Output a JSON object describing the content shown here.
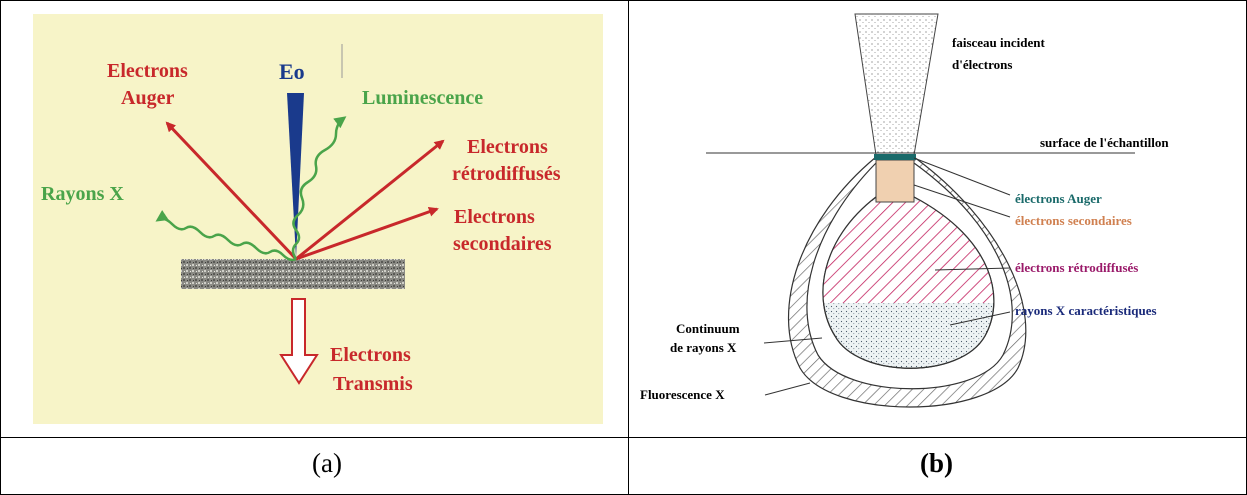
{
  "panel_a": {
    "labels": {
      "eo": "Eo",
      "electrons_auger": [
        "Electrons",
        "Auger"
      ],
      "luminescence": "Luminescence",
      "retrodiffuses": [
        "Electrons",
        "rétrodiffusés"
      ],
      "rayons_x": "Rayons X",
      "secondaires": [
        "Electrons",
        "secondaires"
      ],
      "transmis": [
        "Electrons",
        "Transmis"
      ]
    },
    "caption": "(a)",
    "colors": {
      "background": "#f7f4c8",
      "red": "#c8282b",
      "green": "#4aa44a",
      "blue": "#1a3a8c"
    }
  },
  "panel_b": {
    "labels": {
      "faisceau": [
        "faisceau incident",
        "d'électrons"
      ],
      "surface": "surface de l'échantillon",
      "auger": "électrons Auger",
      "secondaires": "électrons secondaires",
      "retrodiffuses": "électrons rétrodiffusés",
      "rayons_x": "rayons X caractéristiques",
      "continuum": [
        "Continuum",
        "de rayons X"
      ],
      "fluorescence": "Fluorescence X"
    },
    "caption": "(b)",
    "colors": {
      "auger": "#1a6a6a",
      "secondaires": "#d08050",
      "retrodiffuses": "#9a1a6a",
      "rayons_x": "#1a2a7a"
    }
  }
}
